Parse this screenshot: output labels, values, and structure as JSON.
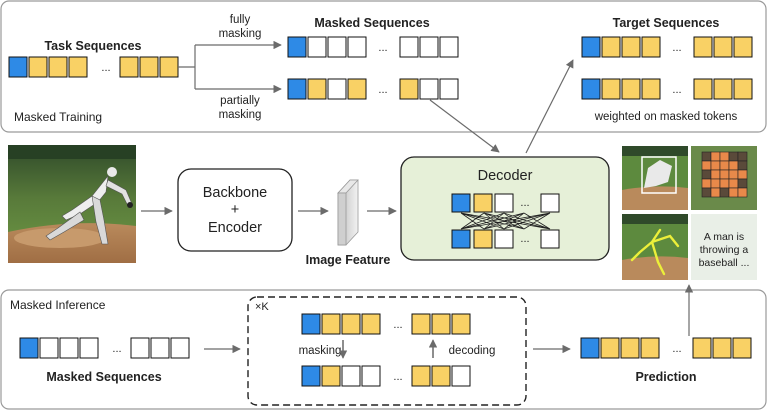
{
  "colors": {
    "blue": "#2e8ae6",
    "yellow": "#f9d165",
    "white": "#ffffff",
    "panel_border": "#9a9a9a",
    "decoder_fill": "#e6f0d8",
    "arrow": "#6b6b6b",
    "heat_orange": "#e8894a",
    "heat_dark": "#5a4a3a",
    "pose": "#ecef3a"
  },
  "training": {
    "label": "Masked Training",
    "task_sequences_title": "Task Sequences",
    "masked_sequences_title": "Masked Sequences",
    "target_sequences_title": "Target Sequences",
    "fully_line1": "fully",
    "fully_line2": "masking",
    "partially_line1": "partially",
    "partially_line2": "masking",
    "weighted_note": "weighted on masked tokens",
    "ellipsis": "..."
  },
  "middle": {
    "backbone_line1": "Backbone",
    "backbone_line2": "+",
    "backbone_line3": "Encoder",
    "image_feature": "Image Feature",
    "decoder_title": "Decoder",
    "caption_line1": "A man is",
    "caption_line2": "throwing a",
    "caption_line3": "baseball ..."
  },
  "inference": {
    "label": "Masked Inference",
    "masked_sequences_title": "Masked Sequences",
    "repeat_label": "×K",
    "masking_label": "masking",
    "decoding_label": "decoding",
    "prediction_title": "Prediction"
  },
  "icons": [
    "down-arrow-icon",
    "up-arrow-icon",
    "right-arrow-icon"
  ]
}
